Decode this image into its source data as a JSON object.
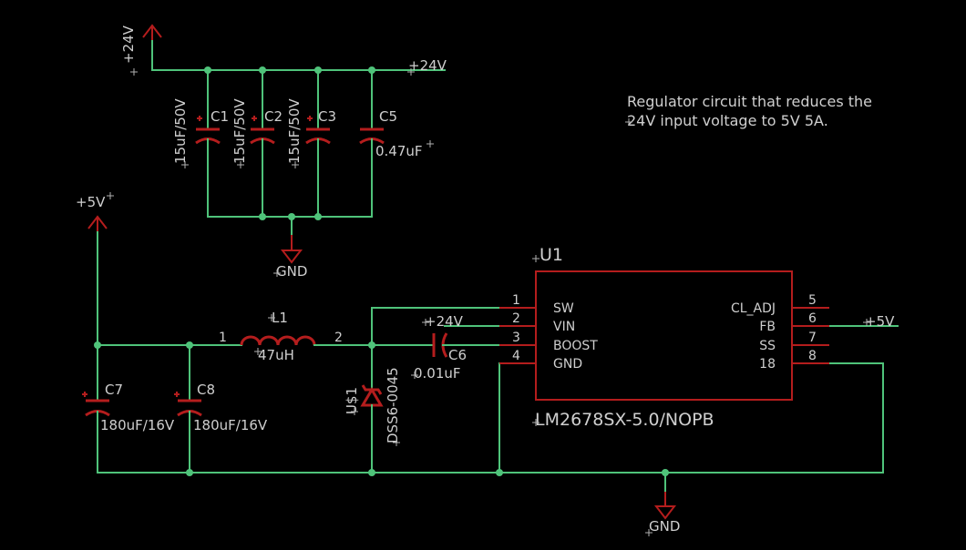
{
  "note": {
    "line1": "Regulator circuit that reduces the",
    "line2": "24V input voltage to 5V 5A."
  },
  "nets": {
    "v24_supply": "+24V",
    "v24_label": "+24V",
    "v24_boost": "+24V",
    "v5_supply": "+5V",
    "v5_label": "+5V",
    "gnd_top": "GND",
    "gnd_bottom": "GND"
  },
  "components": {
    "c1": {
      "name": "C1",
      "value": "15uF/50V"
    },
    "c2": {
      "name": "C2",
      "value": "15uF/50V"
    },
    "c3": {
      "name": "C3",
      "value": "15uF/50V"
    },
    "c5": {
      "name": "C5",
      "value": "0.47uF"
    },
    "c6": {
      "name": "C6",
      "value": "0.01uF"
    },
    "c7": {
      "name": "C7",
      "value": "180uF/16V"
    },
    "c8": {
      "name": "C8",
      "value": "180uF/16V"
    },
    "l1": {
      "name": "L1",
      "value": "47uH",
      "pin1": "1",
      "pin2": "2"
    },
    "d1": {
      "name": "U$1",
      "value": "DSS6-0045"
    },
    "u1": {
      "name": "U1",
      "value": "LM2678SX-5.0/NOPB",
      "left_pins": [
        {
          "num": "1",
          "label": "SW"
        },
        {
          "num": "2",
          "label": "VIN"
        },
        {
          "num": "3",
          "label": "BOOST"
        },
        {
          "num": "4",
          "label": "GND"
        }
      ],
      "right_pins": [
        {
          "num": "5",
          "label": "CL_ADJ"
        },
        {
          "num": "6",
          "label": "FB"
        },
        {
          "num": "7",
          "label": "SS"
        },
        {
          "num": "8",
          "label": "18"
        }
      ]
    }
  },
  "colors": {
    "background": "#000000",
    "wire": "#4fc37a",
    "symbol": "#b41d1d",
    "text": "#cfcfcf"
  }
}
